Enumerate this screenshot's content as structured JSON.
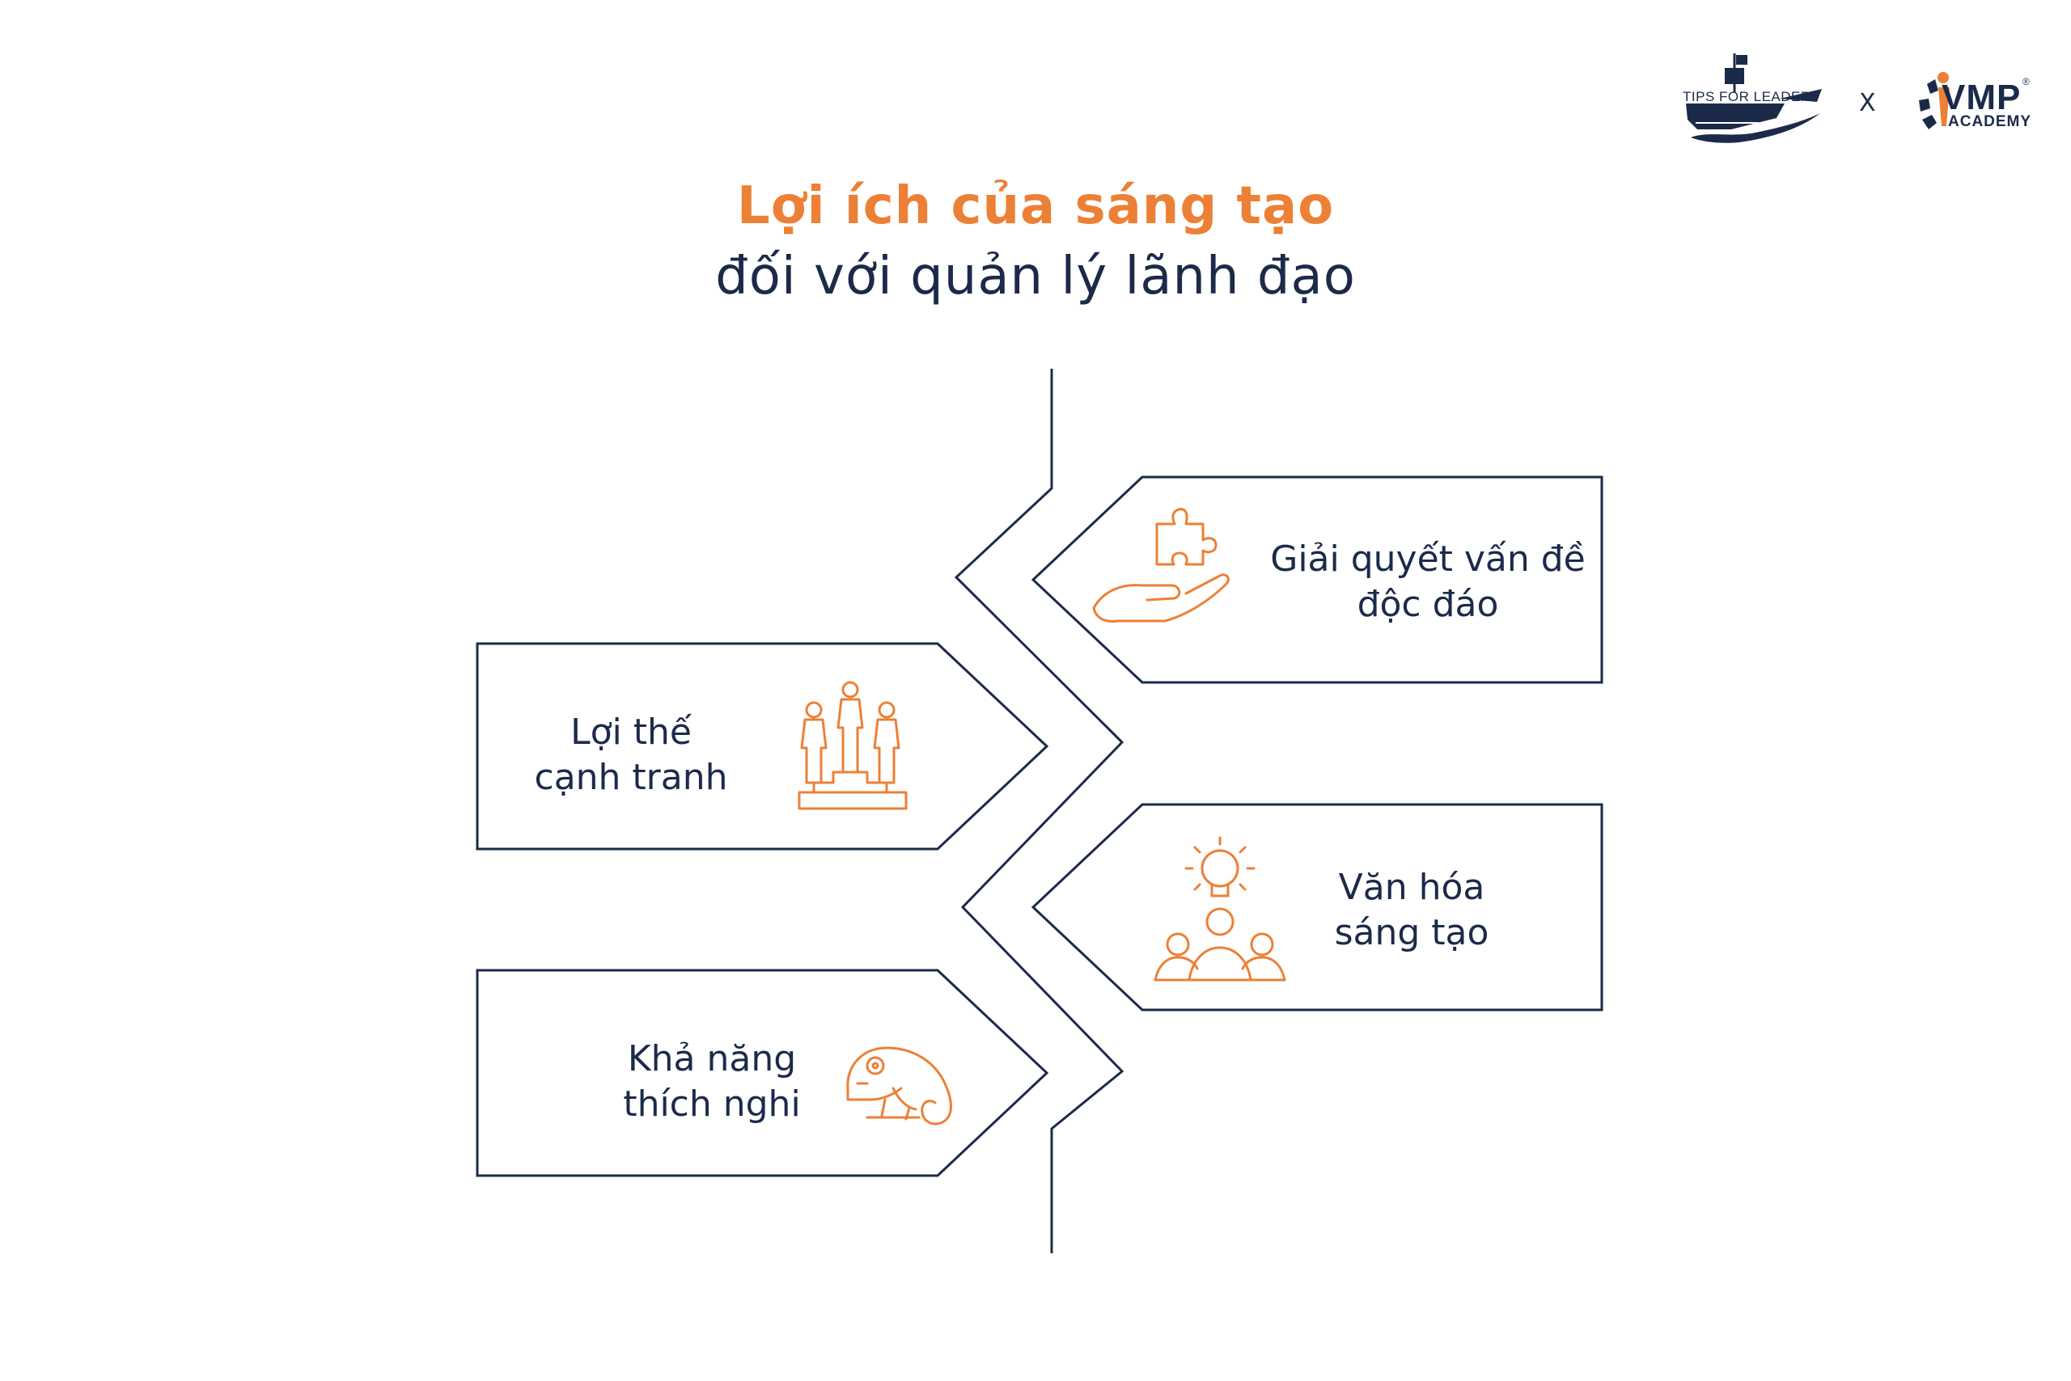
{
  "colors": {
    "accent": "#ec8036",
    "navy": "#1c2a4a",
    "background": "#ffffff"
  },
  "logos": {
    "tips_for_leader": {
      "text": "TIPS FOR LEADER",
      "icon": "ship-icon"
    },
    "separator": "X",
    "vmp": {
      "text": "VMP",
      "registered": "®",
      "subtext": "ACADEMY",
      "icon": "vmp-emblem-icon"
    }
  },
  "title": {
    "line1": "Lợi ích của sáng tạo",
    "line2": "đối với quản lý lãnh đạo"
  },
  "benefits": [
    {
      "line1": "Giải quyết vấn đề",
      "line2": "độc đáo",
      "icon": "hand-puzzle-icon"
    },
    {
      "line1": "Lợi thế",
      "line2": "cạnh tranh",
      "icon": "podium-icon"
    },
    {
      "line1": "Văn hóa",
      "line2": "sáng tạo",
      "icon": "lightbulb-team-icon"
    },
    {
      "line1": "Khả năng",
      "line2": "thích nghi",
      "icon": "chameleon-icon"
    }
  ]
}
